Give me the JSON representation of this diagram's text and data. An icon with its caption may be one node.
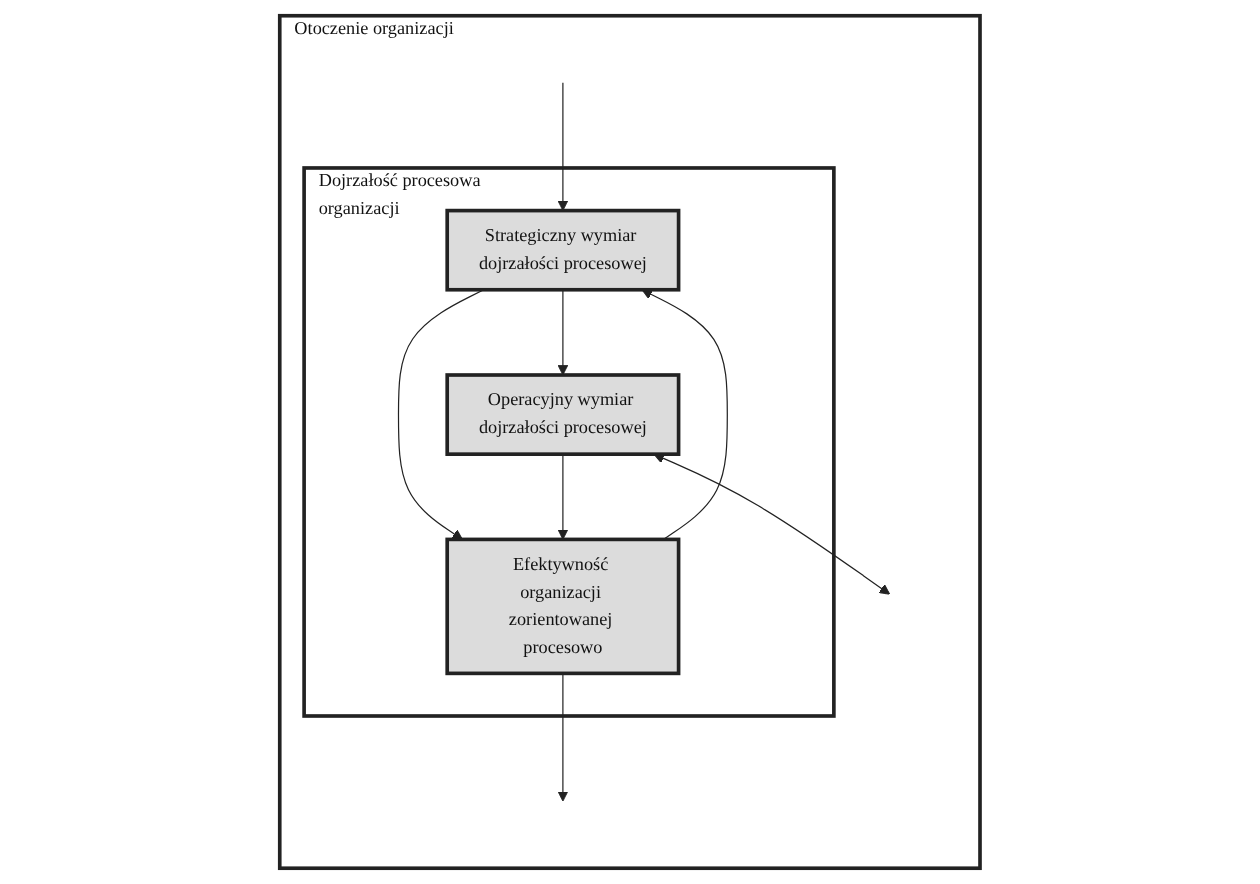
{
  "diagram": {
    "nodes": [
      {
        "text": [
          "Otoczenie organizacji"
        ]
      },
      {
        "text": [
          "Dojrzałość procesowa organizacji"
        ],
        "in": 0
      },
      {
        "text": [
          "Strategiczny wymiar dojrzałości procesowej"
        ],
        "in": 1
      },
      {
        "text": [
          "Operacyjny wymiar dojrzałości procesowej"
        ],
        "in": 1
      },
      {
        "text": [
          "Efektywność organizacji zorientowanej procesowo"
        ],
        "in": 1
      }
    ],
    "edges": [
      {
        "from": null,
        "to": 2,
        "arrow": "to"
      },
      {
        "from": 4,
        "to": 2,
        "arrow": "to"
      },
      {
        "from": 2,
        "to": 4,
        "arrow": "to"
      },
      {
        "from": 2,
        "to": 3,
        "arrow": "to"
      },
      {
        "from": 4,
        "to": null,
        "arrow": "to"
      },
      {
        "from": 3,
        "to": 4,
        "arrow": "to"
      },
      {
        "from": 3,
        "to": null,
        "arrow": "both"
      }
    ]
  }
}
